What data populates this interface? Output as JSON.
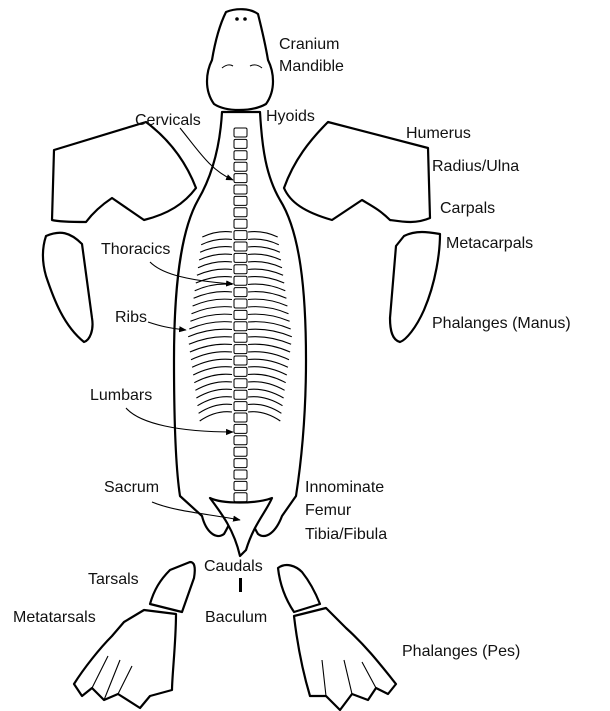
{
  "labels": {
    "cranium": "Cranium",
    "mandible": "Mandible",
    "hyoids": "Hyoids",
    "cervicals": "Cervicals",
    "humerus": "Humerus",
    "radius_ulna": "Radius/Ulna",
    "carpals": "Carpals",
    "metacarpals": "Metacarpals",
    "thoracics": "Thoracics",
    "ribs": "Ribs",
    "phalanges_manus": "Phalanges (Manus)",
    "lumbars": "Lumbars",
    "sacrum": "Sacrum",
    "innominate": "Innominate",
    "femur": "Femur",
    "tibia_fibula": "Tibia/Fibula",
    "caudals": "Caudals",
    "tarsals": "Tarsals",
    "baculum": "Baculum",
    "metatarsals": "Metatarsals",
    "phalanges_pes": "Phalanges (Pes)"
  },
  "colors": {
    "stroke": "#000000",
    "fill": "#ffffff",
    "text": "#111111"
  }
}
